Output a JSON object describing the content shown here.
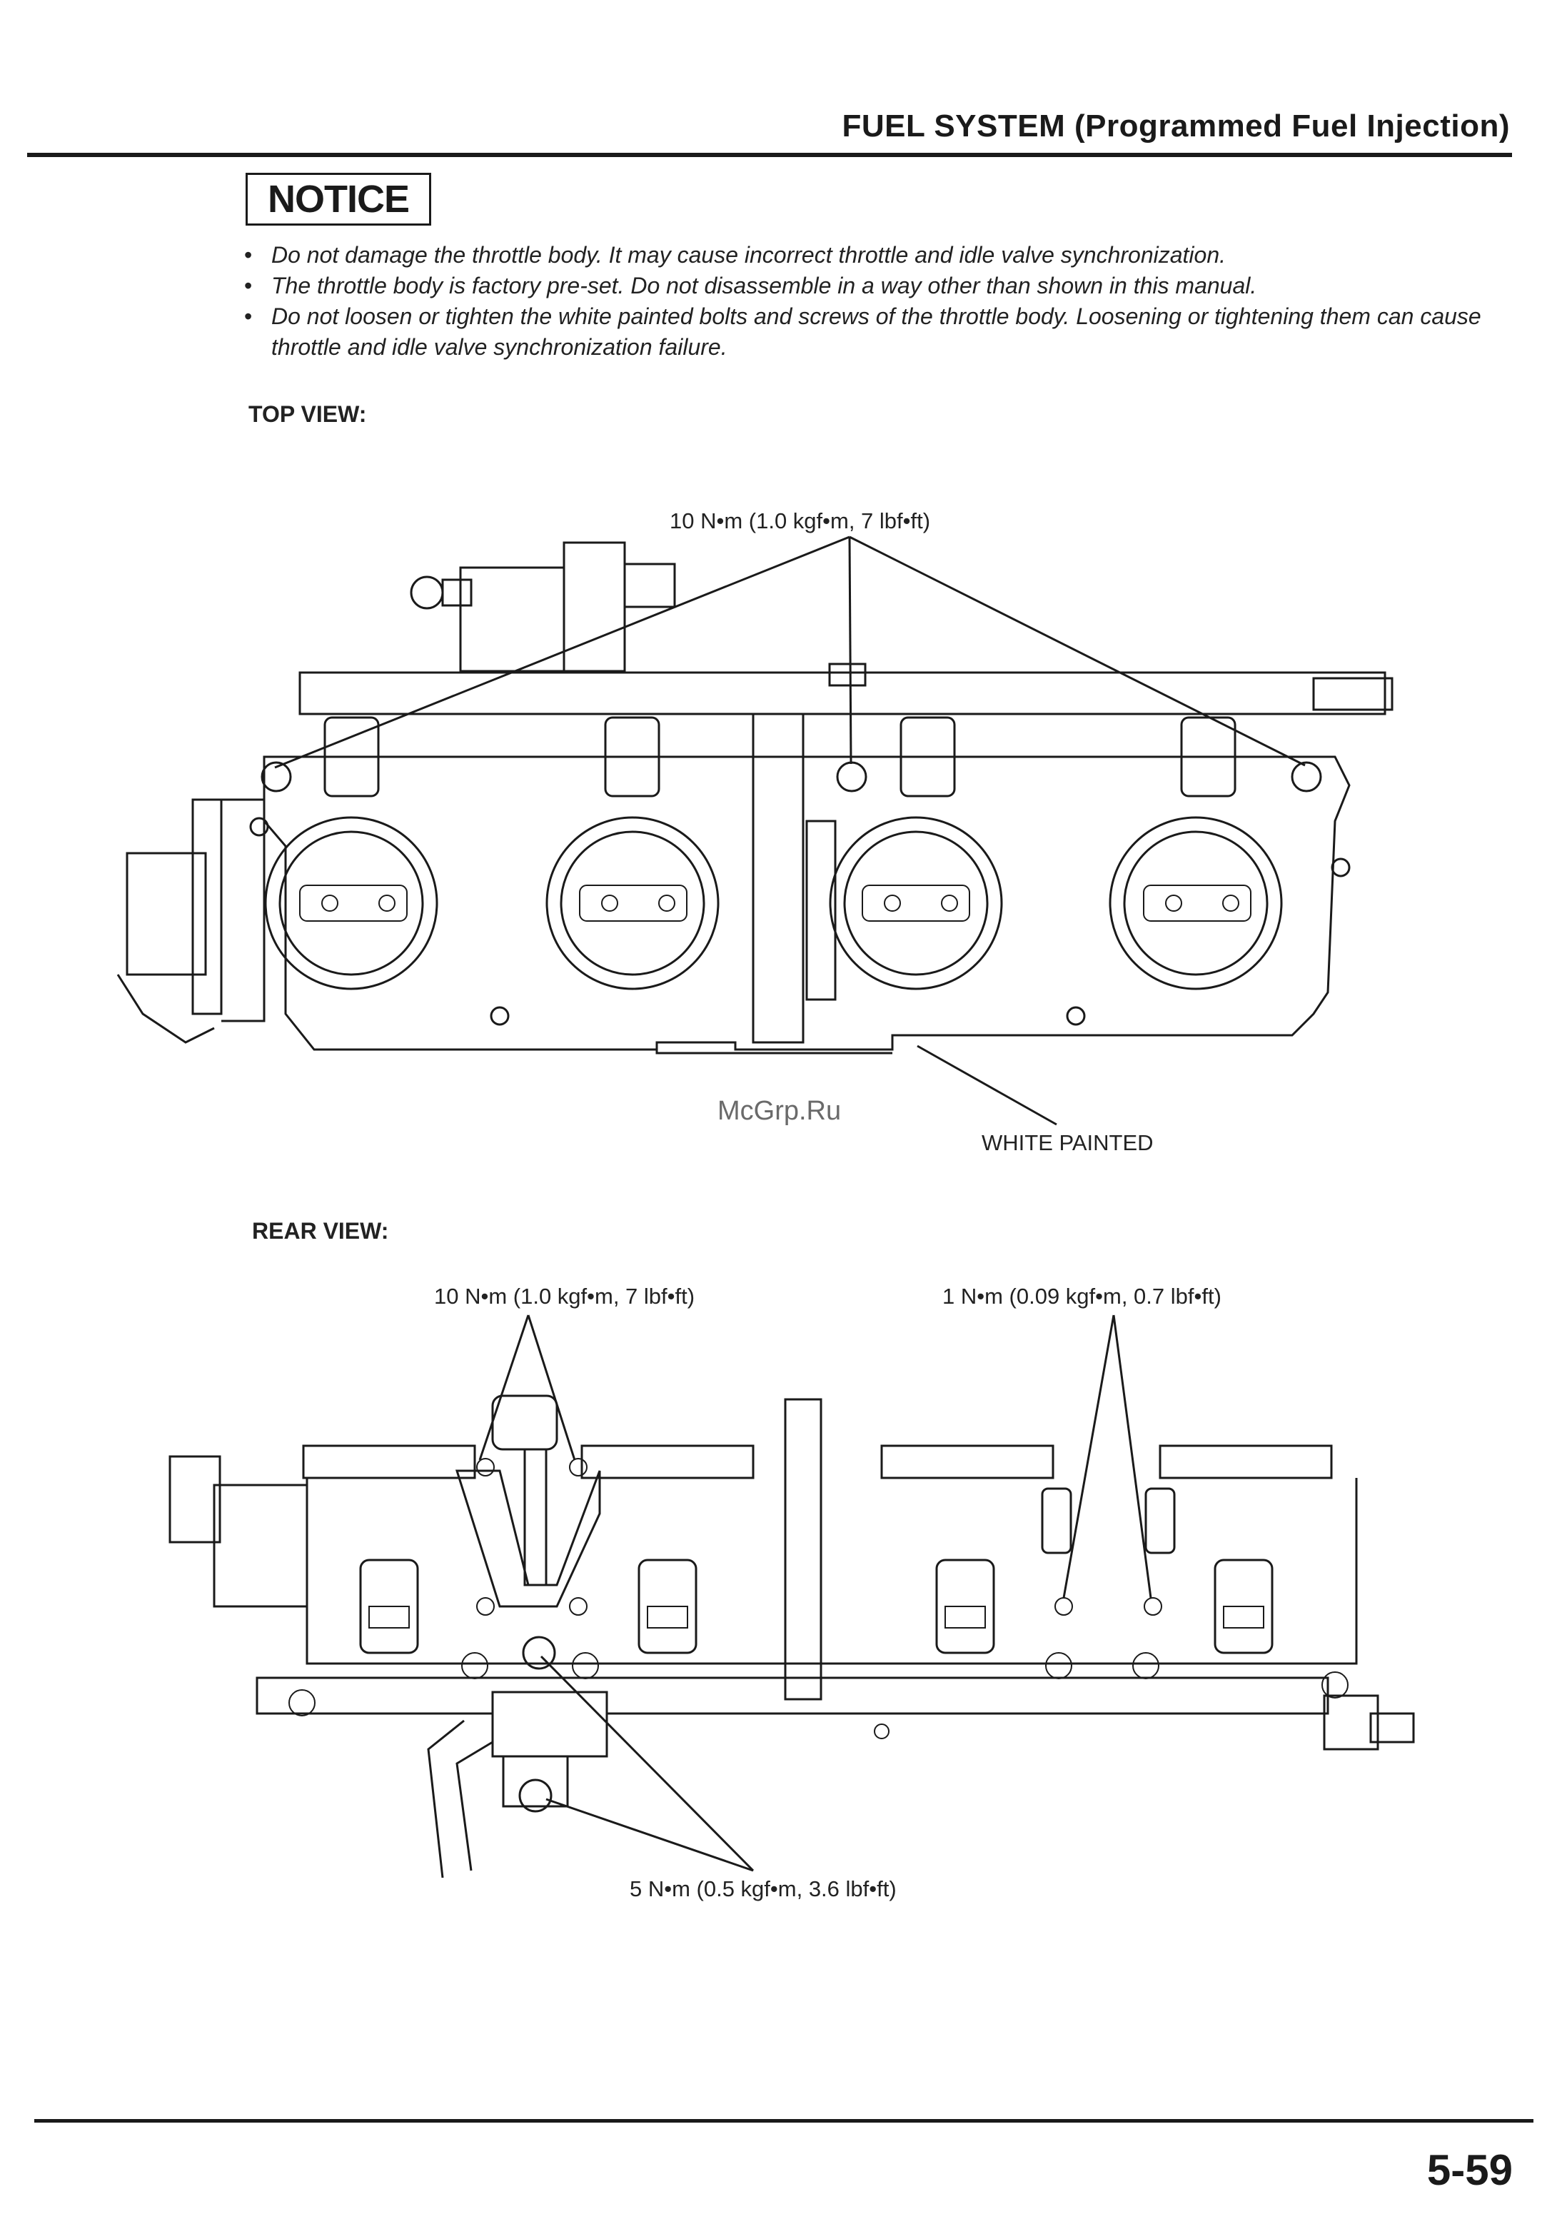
{
  "header": {
    "title": "FUEL SYSTEM (Programmed Fuel Injection)"
  },
  "notice": {
    "label": "NOTICE",
    "items": [
      "Do not damage the throttle body. It may cause incorrect throttle and idle valve synchronization.",
      "The throttle body is factory pre-set. Do not disassemble in a way other than shown in this manual.",
      "Do not loosen or tighten the white painted bolts and screws of the throttle body. Loosening or tightening them can cause throttle and idle valve synchronization failure."
    ]
  },
  "top_view": {
    "label": "TOP VIEW:",
    "torque": "10 N•m (1.0 kgf•m, 7 lbf•ft)",
    "callout": "WHITE PAINTED"
  },
  "rear_view": {
    "label": "REAR VIEW:",
    "torque_left": "10 N•m (1.0 kgf•m, 7 lbf•ft)",
    "torque_right": "1 N•m (0.09 kgf•m, 0.7 lbf•ft)",
    "torque_bottom": "5 N•m (0.5 kgf•m, 3.6 lbf•ft)"
  },
  "watermark": "McGrp.Ru",
  "page_number": "5-59"
}
